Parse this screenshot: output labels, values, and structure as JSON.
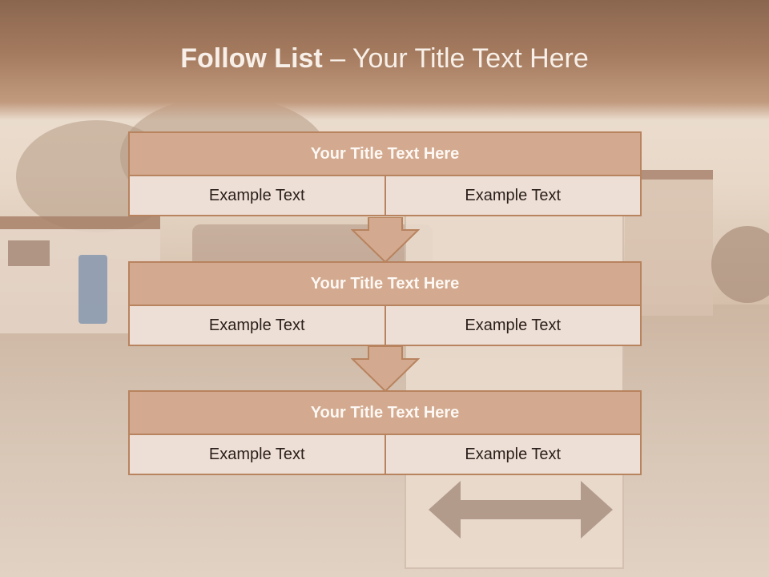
{
  "title": {
    "bold_part": "Follow List",
    "rest_part": " – Your Title Text Here"
  },
  "blocks": [
    {
      "heading": "Your Title Text Here",
      "cells": [
        "Example Text",
        "Example Text"
      ]
    },
    {
      "heading": "Your Title Text Here",
      "cells": [
        "Example Text",
        "Example Text"
      ]
    },
    {
      "heading": "Your Title Text Here",
      "cells": [
        "Example Text",
        "Example Text"
      ]
    }
  ],
  "colors": {
    "header_fill": "#d3aa8f",
    "border": "#b8835f",
    "cell_fill": "#eddfd6",
    "title_text": "#f7efe8"
  }
}
